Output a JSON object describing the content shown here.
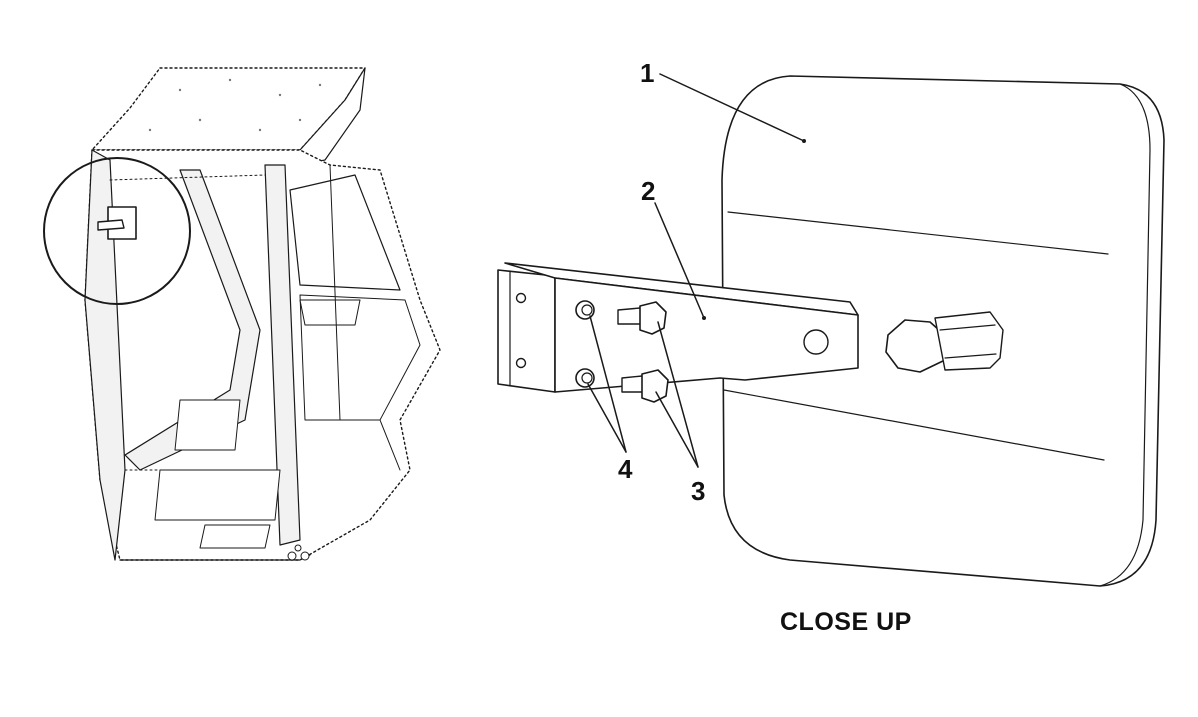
{
  "diagram": {
    "caption": "CLOSE UP",
    "callouts": [
      {
        "id": "1",
        "label": "1"
      },
      {
        "id": "2",
        "label": "2"
      },
      {
        "id": "3",
        "label": "3"
      },
      {
        "id": "4",
        "label": "4"
      }
    ]
  },
  "colors": {
    "line": "#1a1a1a",
    "background": "#ffffff",
    "fill_light": "#f2f2f2"
  }
}
